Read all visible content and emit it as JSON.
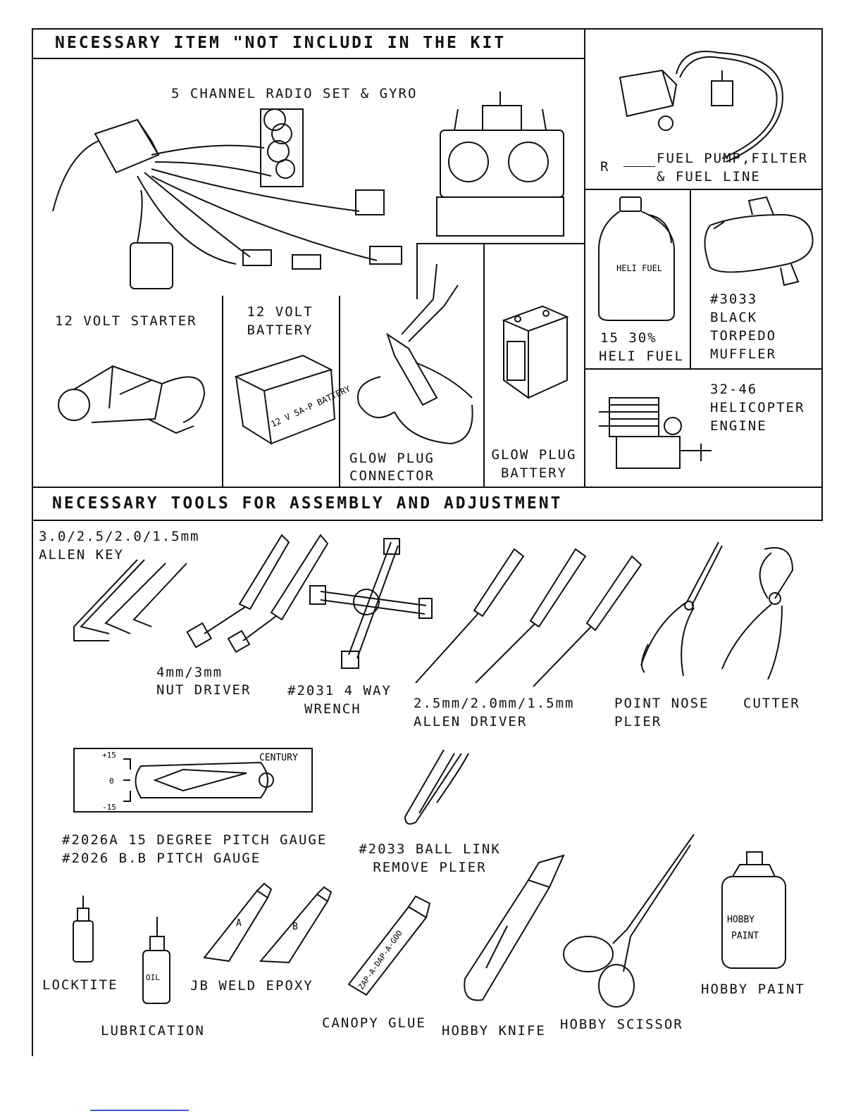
{
  "section_kit": {
    "title": "NECESSARY ITEM \"NOT INCLUDI   IN THE KIT",
    "radio": "5 CHANNEL RADIO SET & GYRO",
    "fuel_pump_marker": "R",
    "fuel_pump_line1": "FUEL PUMP,FILTER",
    "fuel_pump_line2": "& FUEL LINE",
    "starter": "12 VOLT STARTER",
    "battery_line1": "12 VOLT",
    "battery_line2": "BATTERY",
    "battery_label": "12 V 5A-P BATTERY",
    "heli_fuel_line1": "15 30%",
    "heli_fuel_line2": "HELI FUEL",
    "fuel_jug_label": "HELI FUEL",
    "muffler_line1": "#3033",
    "muffler_line2": "BLACK",
    "muffler_line3": "TORPEDO",
    "muffler_line4": "MUFFLER",
    "glow_connector_line1": "GLOW PLUG",
    "glow_connector_line2": "CONNECTOR",
    "glow_battery_line1": "GLOW PLUG",
    "glow_battery_line2": "BATTERY",
    "engine_line1": "32-46",
    "engine_line2": "HELICOPTER",
    "engine_line3": "ENGINE"
  },
  "section_tools": {
    "title": "NECESSARY TOOLS FOR ASSEMBLY AND ADJUSTMENT",
    "allen_key_line1": "3.0/2.5/2.0/1.5mm",
    "allen_key_line2": "ALLEN KEY",
    "nut_driver_line1": "4mm/3mm",
    "nut_driver_line2": "NUT DRIVER",
    "wrench_line1": "#2031 4 WAY",
    "wrench_line2": "WRENCH",
    "allen_driver_line1": "2.5mm/2.0mm/1.5mm",
    "allen_driver_line2": "ALLEN DRIVER",
    "point_nose_line1": "POINT NOSE",
    "point_nose_line2": "PLIER",
    "cutter": "CUTTER",
    "pitch_gauge_line1": "#2026A 15 DEGREE PITCH GAUGE",
    "pitch_gauge_line2": "#2026   B.B PITCH GAUGE",
    "gauge_brand": "CENTURY",
    "gauge_top": "+15",
    "gauge_mid": "0",
    "gauge_bot": "-15",
    "ball_link_line1": "#2033 BALL LINK",
    "ball_link_line2": "REMOVE PLIER",
    "locktite": "LOCKTITE",
    "lubrication": "LUBRICATION",
    "oil_label": "OIL",
    "epoxy": "JB WELD EPOXY",
    "epoxy_a": "A",
    "epoxy_b": "B",
    "canopy_glue": "CANOPY GLUE",
    "zap_label": "ZAP-A-DAP-A-GOO",
    "hobby_knife": "HOBBY KNIFE",
    "hobby_scissor": "HOBBY SCISSOR",
    "hobby_paint": "HOBBY PAINT",
    "paint_can_line1": "HOBBY",
    "paint_can_line2": "PAINT"
  }
}
